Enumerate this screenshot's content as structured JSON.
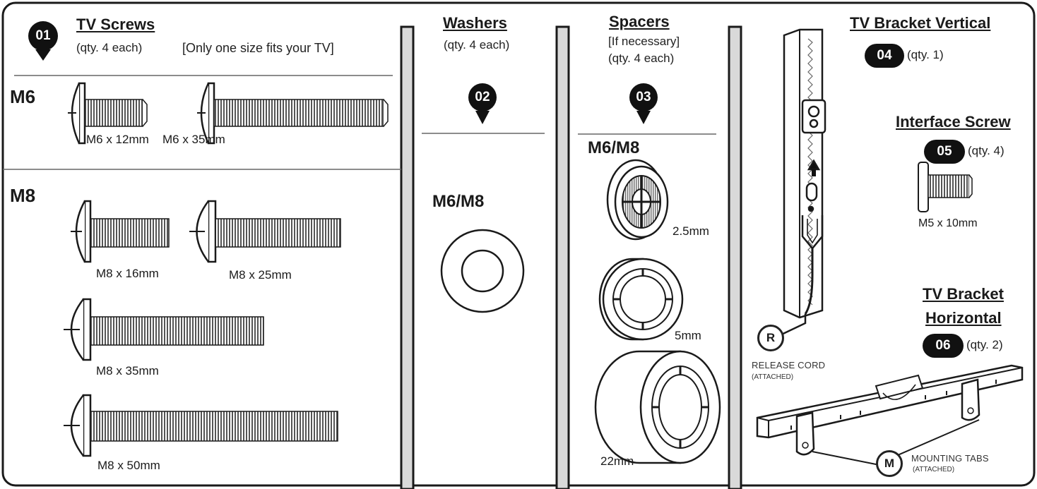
{
  "sections": {
    "tv_screws": {
      "title": "TV Screws",
      "qty": "(qty. 4 each)",
      "note": "[Only one size fits your TV]",
      "badge": "01",
      "m6": {
        "label": "M6",
        "screws": [
          "M6 x 12mm",
          "M6 x 35mm"
        ]
      },
      "m8": {
        "label": "M8",
        "screws": [
          "M8 x 16mm",
          "M8 x 25mm",
          "M8 x 35mm",
          "M8 x 50mm"
        ]
      }
    },
    "washers": {
      "title": "Washers",
      "qty": "(qty. 4 each)",
      "badge": "02",
      "size_label": "M6/M8"
    },
    "spacers": {
      "title": "Spacers",
      "note": "[If necessary]",
      "qty": "(qty. 4 each)",
      "badge": "03",
      "size_label": "M6/M8",
      "items": [
        "2.5mm",
        "5mm",
        "22mm"
      ]
    },
    "bracket_vertical": {
      "title": "TV Bracket Vertical",
      "badge": "04",
      "qty": "(qty. 1)"
    },
    "interface_screw": {
      "title": "Interface Screw",
      "badge": "05",
      "qty": "(qty. 4)",
      "size": "M5 x 10mm"
    },
    "bracket_horizontal": {
      "title_line1": "TV Bracket",
      "title_line2": "Horizontal",
      "badge": "06",
      "qty": "(qty. 2)"
    },
    "release_cord": {
      "marker": "R",
      "label": "RELEASE CORD",
      "sub": "(ATTACHED)"
    },
    "mounting_tabs": {
      "marker": "M",
      "label": "MOUNTING TABS",
      "sub": "(ATTACHED)"
    }
  },
  "colors": {
    "line": "#1a1a1a",
    "divider_fill": "#d9d9d9",
    "badge": "#111111",
    "thread": "#555555"
  }
}
